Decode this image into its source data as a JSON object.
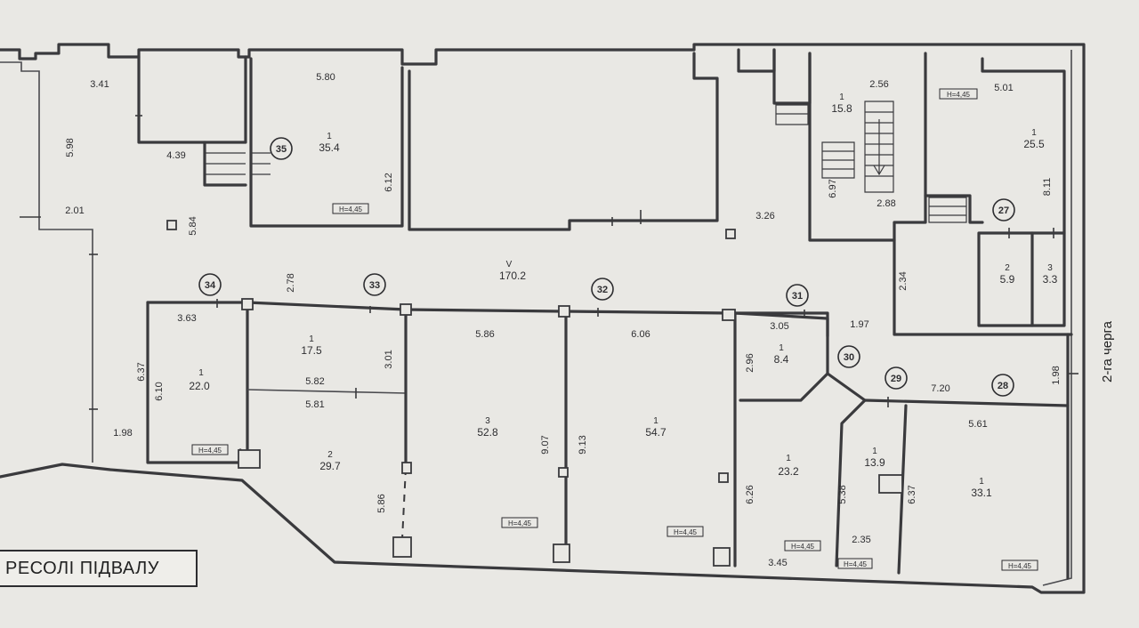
{
  "caption": "РЕСОЛІ ПІДВАЛУ",
  "side_note": "2-га черга",
  "ceiling_label": "H=4,45",
  "circled_markers": [
    "35",
    "34",
    "33",
    "32",
    "31",
    "30",
    "29",
    "28",
    "27"
  ],
  "areas": [
    {
      "no": "1",
      "area": "35.4"
    },
    {
      "no": "V",
      "area": "170.2"
    },
    {
      "no": "1",
      "area": "15.8"
    },
    {
      "no": "1",
      "area": "25.5"
    },
    {
      "no": "2",
      "area": "5.9"
    },
    {
      "no": "3",
      "area": "3.3"
    },
    {
      "no": "1",
      "area": "22.0"
    },
    {
      "no": "1",
      "area": "17.5"
    },
    {
      "no": "2",
      "area": "29.7"
    },
    {
      "no": "3",
      "area": "52.8"
    },
    {
      "no": "1",
      "area": "54.7"
    },
    {
      "no": "1",
      "area": "8.4"
    },
    {
      "no": "1",
      "area": "23.2"
    },
    {
      "no": "1",
      "area": "13.9"
    },
    {
      "no": "1",
      "area": "33.1"
    }
  ],
  "dimensions": [
    "3.41",
    "5.98",
    "2.01",
    "4.39",
    "5.84",
    "5.80",
    "6.12",
    "3.26",
    "2.56",
    "6.97",
    "2.88",
    "5.01",
    "8.11",
    "2.34",
    "1.97",
    "2.78",
    "3.63",
    "6.37",
    "6.10",
    "1.98",
    "5.82",
    "5.81",
    "3.01",
    "5.86",
    "9.07",
    "9.13",
    "5.86",
    "6.06",
    "3.05",
    "2.96",
    "7.20",
    "1.98",
    "5.61",
    "6.26",
    "5.38",
    "6.37",
    "2.35",
    "3.45"
  ]
}
